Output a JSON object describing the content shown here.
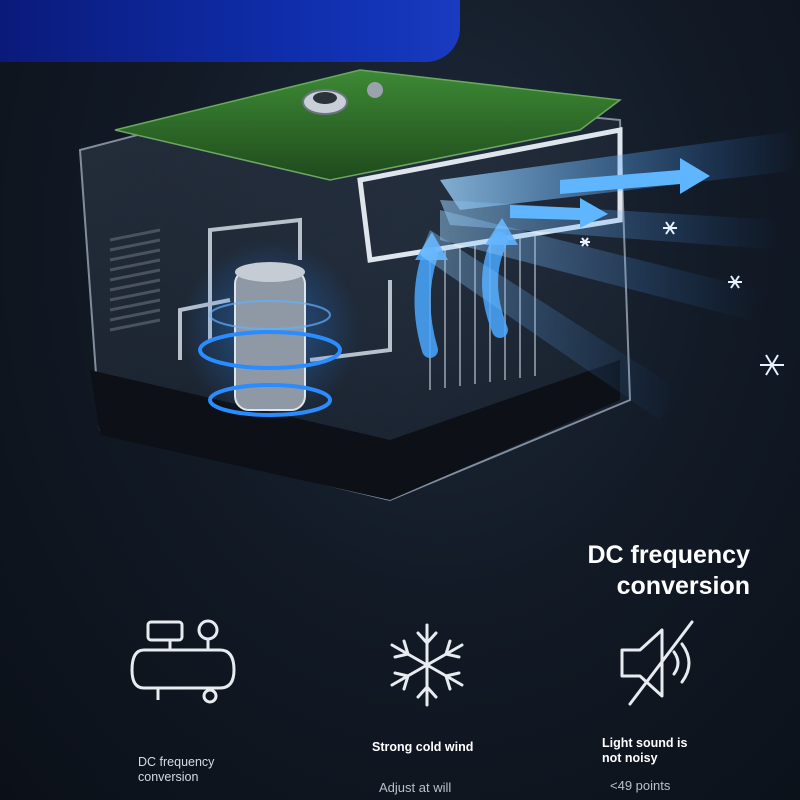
{
  "banner": {
    "text": ""
  },
  "headline": {
    "line1": "DC frequency",
    "line2": "conversion"
  },
  "features": [
    {
      "icon": "compressor-icon",
      "label_line1": "DC frequency",
      "label_line2": "conversion",
      "sub": ""
    },
    {
      "icon": "snowflake-icon",
      "label_line1": "Strong cold wind",
      "label_line2": "",
      "sub": "Adjust at will"
    },
    {
      "icon": "mute-speaker-icon",
      "label_line1": "Light sound is",
      "label_line2": "not noisy",
      "sub": "<49 points"
    }
  ],
  "colors": {
    "accent_blue": "#2a8cff",
    "lid_green": "#2f6a2a",
    "banner_blue": "#1030b0"
  }
}
